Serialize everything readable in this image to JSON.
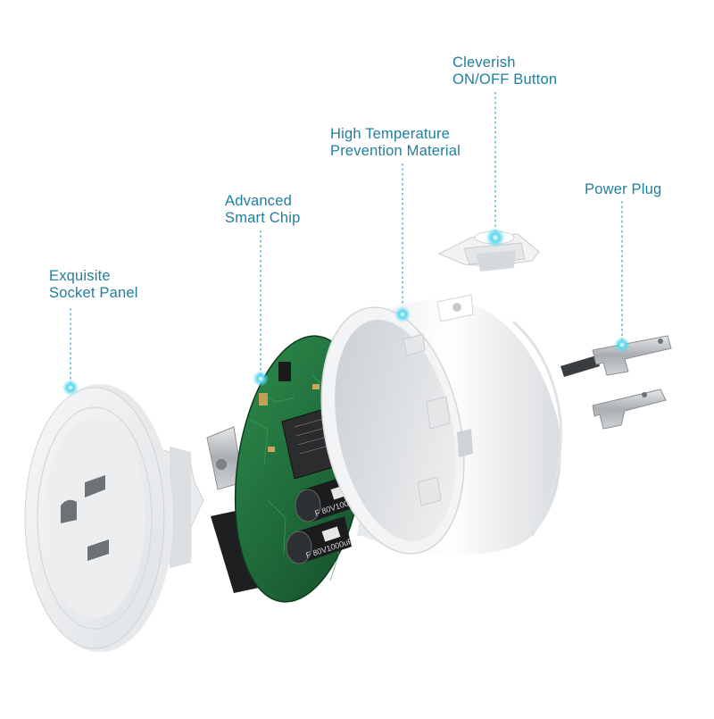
{
  "labels": {
    "socket_panel": {
      "line1": "Exquisite",
      "line2": "Socket Panel"
    },
    "smart_chip": {
      "line1": "Advanced",
      "line2": "Smart Chip"
    },
    "high_temp": {
      "line1": "High Temperature",
      "line2": "Prevention Material"
    },
    "button": {
      "line1": "Cleverish",
      "line2": "ON/OFF Button"
    },
    "power_plug": {
      "line1": "Power Plug"
    }
  },
  "components": {
    "board_1": {
      "line1": "F 80V1000uF"
    },
    "board_2": {
      "line1": "F 80V1000uF"
    }
  },
  "colors": {
    "label_text": "#1e7f9e",
    "leader_line": "#2aa6c4",
    "pcb_green": "#1f6b3a",
    "housing_white": "#f4f5f6"
  }
}
